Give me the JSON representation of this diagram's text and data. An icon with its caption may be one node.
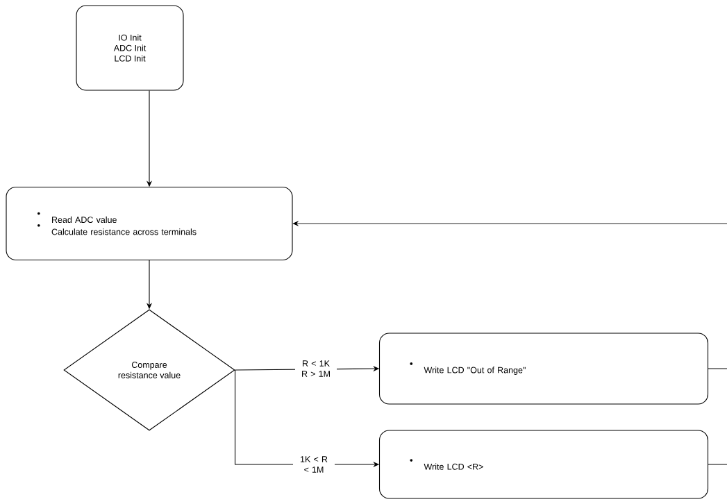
{
  "diagram": {
    "nodes": [
      {
        "text": [
          "IO Init",
          "ADC Init",
          "LCD Init"
        ]
      },
      {
        "text": [
          "Read ADC value",
          "Calculate resistance across terminals"
        ]
      },
      {
        "text": [
          "Compare resistance value"
        ]
      },
      {
        "text": [
          "Write LCD \"Out of Range\""
        ]
      },
      {
        "text": [
          "Write LCD <R>"
        ]
      }
    ],
    "edges": [
      {
        "from": 0,
        "to": 1,
        "arrow": "to"
      },
      {
        "from": 1,
        "to": 2,
        "arrow": "to"
      },
      {
        "from": 2,
        "to": 3,
        "arrow": "to",
        "label": "R < 1K R > 1M"
      },
      {
        "from": 2,
        "to": 4,
        "arrow": "to",
        "label": "1K < R < 1M"
      },
      {
        "from": 3,
        "to": null,
        "arrow": "none"
      },
      {
        "from": 4,
        "to": null,
        "arrow": "none"
      },
      {
        "from": null,
        "to": 1,
        "arrow": "to"
      }
    ]
  }
}
